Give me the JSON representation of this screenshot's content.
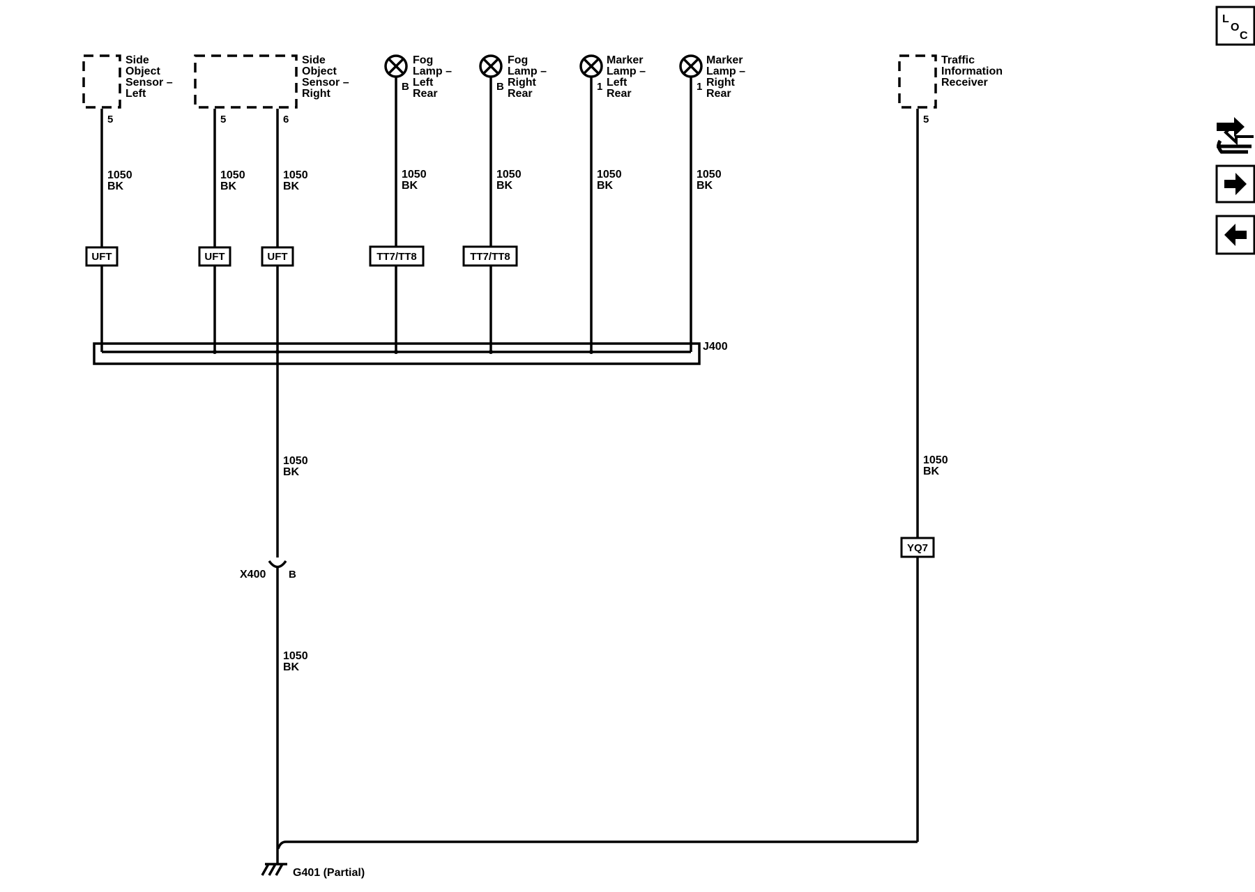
{
  "components": {
    "side_sensor_left": {
      "name": [
        "Side",
        "Object",
        "Sensor –",
        "Left"
      ],
      "pin": "5"
    },
    "side_sensor_right": {
      "name": [
        "Side",
        "Object",
        "Sensor –",
        "Right"
      ],
      "pins": [
        "5",
        "6"
      ]
    },
    "fog_lamp_left": {
      "name": [
        "Fog",
        "Lamp –",
        "Left",
        "Rear"
      ],
      "pin": "B"
    },
    "fog_lamp_right": {
      "name": [
        "Fog",
        "Lamp –",
        "Right",
        "Rear"
      ],
      "pin": "B"
    },
    "marker_lamp_left": {
      "name": [
        "Marker",
        "Lamp –",
        "Left",
        "Rear"
      ],
      "pin": "1"
    },
    "marker_lamp_right": {
      "name": [
        "Marker",
        "Lamp –",
        "Right",
        "Rear"
      ],
      "pin": "1"
    },
    "traffic_receiver": {
      "name": [
        "Traffic",
        "Information",
        "Receiver"
      ],
      "pin": "5"
    }
  },
  "wires": {
    "circuit": "1050",
    "color": "BK"
  },
  "options": {
    "uft": "UFT",
    "tt7": "TT7/TT8",
    "yq7": "YQ7"
  },
  "splice": {
    "label": "J400"
  },
  "connector": {
    "label": "X400",
    "pin": "B"
  },
  "ground": {
    "label": "G401 (Partial)"
  },
  "nav": {
    "loc": {
      "l": "L",
      "o": "O",
      "c": "C"
    }
  }
}
